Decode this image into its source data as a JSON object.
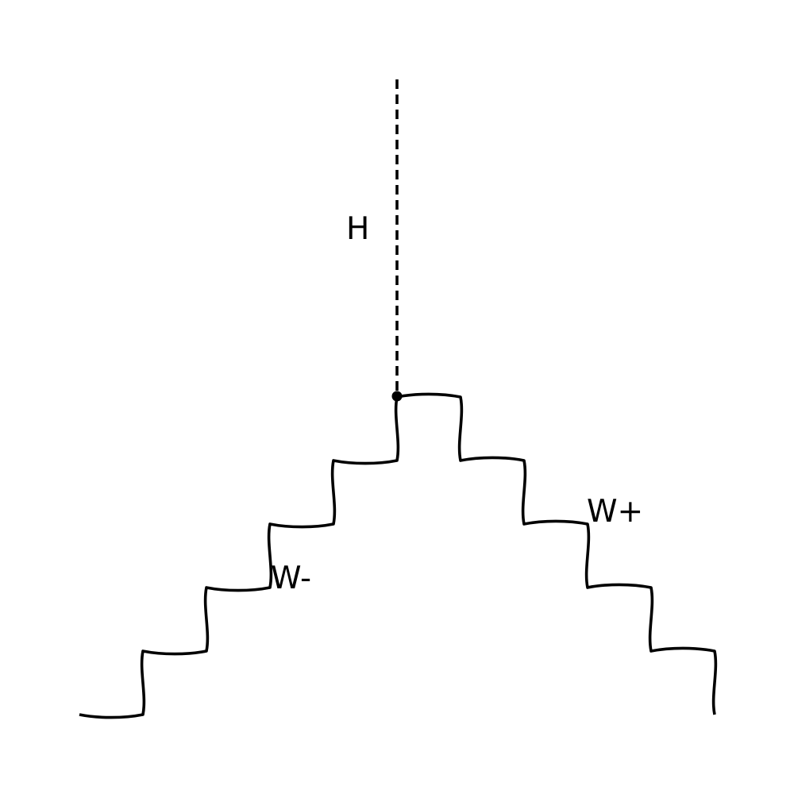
{
  "diagram": {
    "type": "feynman-vertex",
    "vertex": {
      "shape": "dot",
      "color": "#000000"
    },
    "particles": [
      {
        "id": "higgs",
        "label": "H",
        "line_style": "dashed",
        "direction": "up"
      },
      {
        "id": "w-minus",
        "label": "W-",
        "line_style": "wavy",
        "direction": "down-left"
      },
      {
        "id": "w-plus",
        "label": "W+",
        "line_style": "wavy",
        "direction": "down-right"
      }
    ]
  }
}
